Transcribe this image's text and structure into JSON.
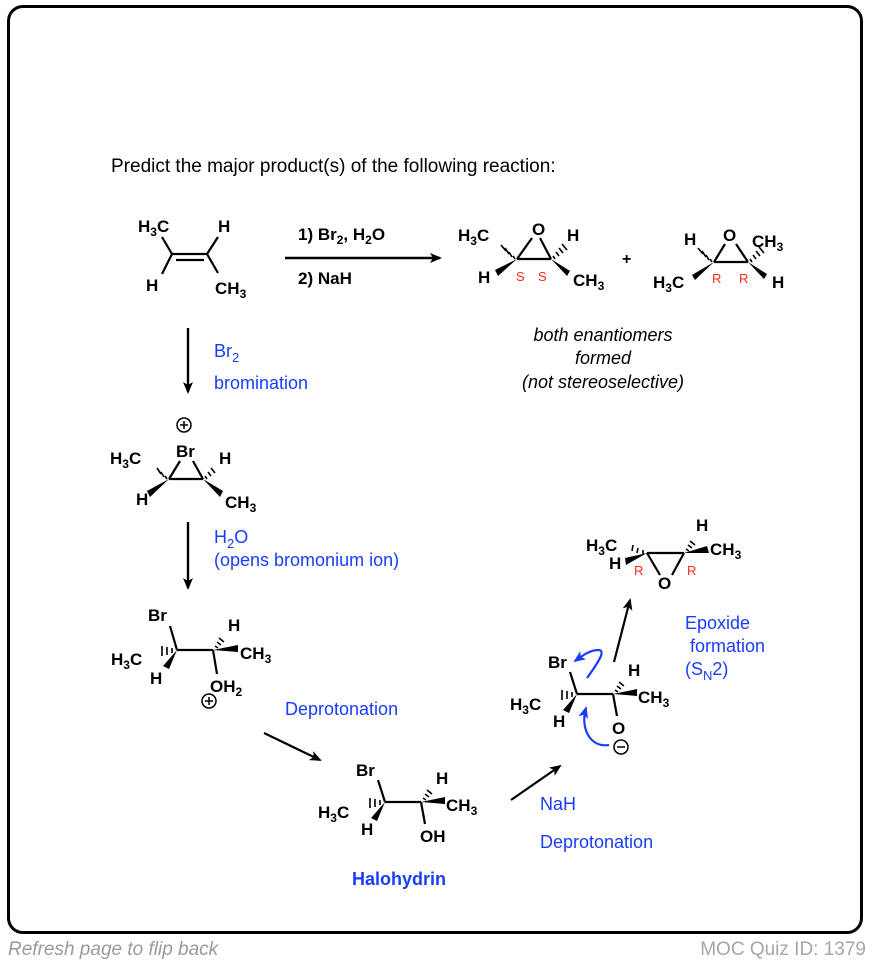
{
  "question": "Predict the major product(s) of the following reaction:",
  "reaction": {
    "reagents": {
      "step1": {
        "prefix": "1) Br",
        "sub1": "2",
        "mid": ", H",
        "sub2": "2",
        "suffix": "O"
      },
      "step2": "2) NaH"
    },
    "plus": "+",
    "configs": {
      "s": "S",
      "r": "R"
    },
    "note": [
      "both enantiomers",
      "formed",
      "(not stereoselective)"
    ]
  },
  "steps": {
    "bromination": {
      "reagent": "Br",
      "reagent_sub": "2",
      "label": "bromination"
    },
    "water": {
      "reagent_pre": "H",
      "reagent_sub": "2",
      "reagent_post": "O",
      "label": "(opens bromonium ion)"
    },
    "deprotonation1": "Deprotonation",
    "halohydrin": "Halohydrin",
    "nah": "NaH",
    "deprotonation2": "Deprotonation",
    "epoxide": [
      "Epoxide",
      "formation",
      "(S",
      "N",
      "2)"
    ]
  },
  "atoms": {
    "h": "H",
    "h3": "H",
    "c": "C",
    "ch": "CH",
    "three": "3",
    "two": "2",
    "o": "O",
    "br": "Br",
    "oh": "OH",
    "plus_charge": "+",
    "minus_charge": "−"
  },
  "colors": {
    "mechanism_blue": "#1a3cff",
    "config_red": "#ff2a1a",
    "footer_gray": "#9a9a9a"
  },
  "footer": {
    "left": "Refresh page to flip back",
    "right": "MOC Quiz ID: 1379"
  }
}
